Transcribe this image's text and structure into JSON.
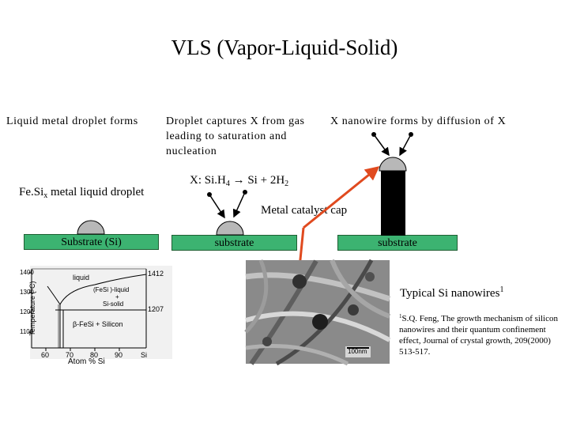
{
  "title": "VLS (Vapor-Liquid-Solid)",
  "steps": {
    "step1": "Liquid metal droplet forms",
    "step2": "Droplet captures X from gas leading to saturation and nucleation",
    "step3": "X nanowire forms by diffusion of X"
  },
  "droplet_label": {
    "main": "Fe.Si",
    "sub": "x",
    "rest": " metal liquid droplet"
  },
  "reaction": {
    "prefix": "X: Si.H",
    "sub1": "4",
    "arrow": "→",
    "mid": " Si + 2H",
    "sub2": "2"
  },
  "catalyst_label": "Metal catalyst cap",
  "substrates": {
    "first": "Substrate (Si)",
    "second": "substrate",
    "third": "substrate"
  },
  "nanowires": {
    "caption": "Typical Si nanowires",
    "ref_mark": "1",
    "scale_bar": "100nm"
  },
  "citation": {
    "mark": "1",
    "text": "S.Q. Feng, The growth mechanism of silicon nanowires and their quantum confinement effect, Journal of crystal growth, 209(2000) 513-517."
  },
  "phase_diagram": {
    "ylabel": "Temperature (°C)",
    "xlabel": "Atom % Si",
    "xticks": [
      "60",
      "70",
      "80",
      "90",
      "Si"
    ],
    "yticks": [
      "1100",
      "1200",
      "1300",
      "1400"
    ],
    "temp_labels": [
      "1412",
      "1207"
    ],
    "regions": [
      "liquid",
      "(FeSi )-liquid",
      "+",
      "Si-solid",
      "β-FeSi  + Silicon"
    ]
  },
  "colors": {
    "substrate": "#3cb371",
    "arrow": "#e04a1f",
    "droplet": "#b8b8b8"
  }
}
